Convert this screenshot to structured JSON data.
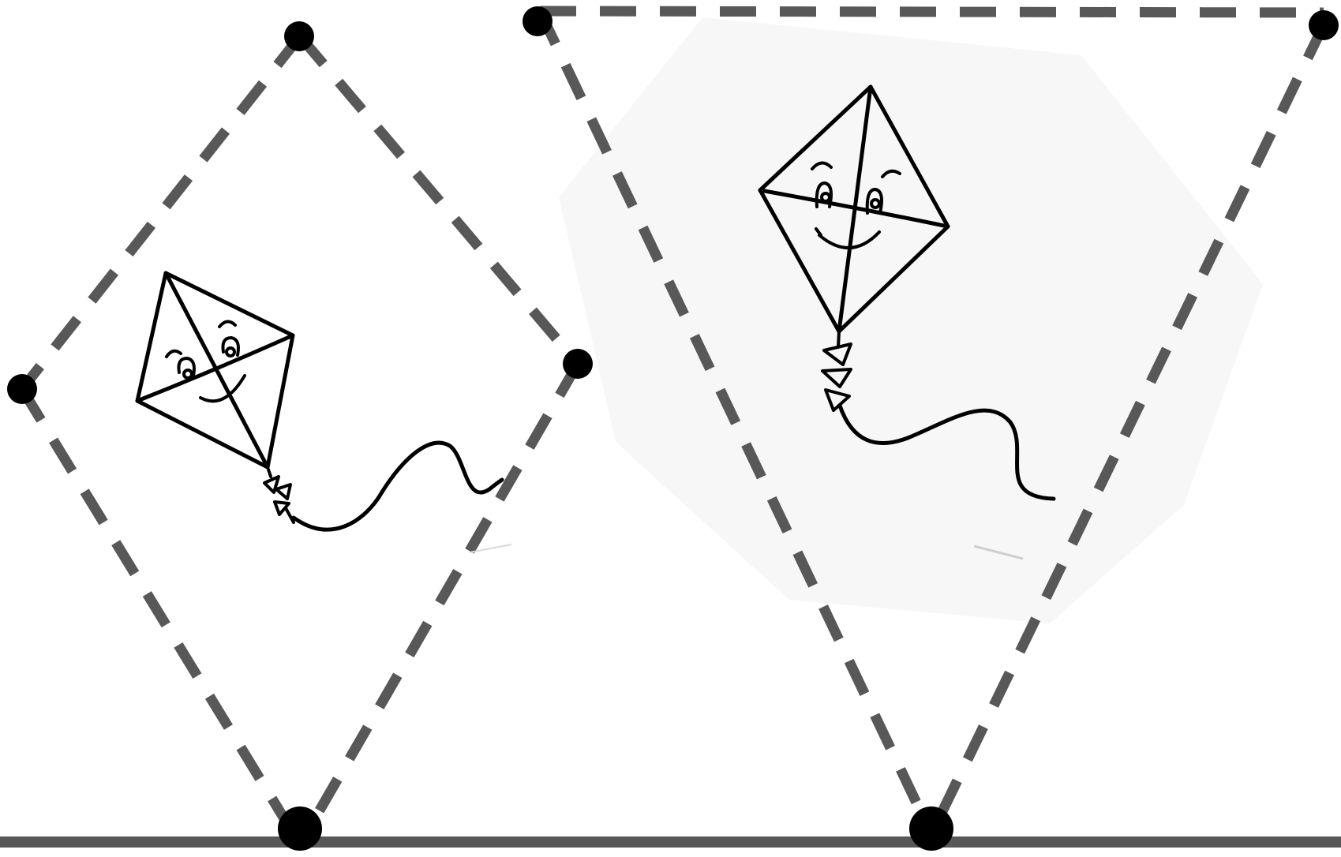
{
  "colors": {
    "background": "#ffffff",
    "dash_line": "#585858",
    "vertex_dot": "#000000",
    "kite_ink": "#000000",
    "photo_tint": "#f7f7f7"
  },
  "figures": [
    {
      "shape": "rhombus",
      "outline": "dashed",
      "vertex_count": 4,
      "vertices_marked": true,
      "contains": "kite-drawing-with-face"
    },
    {
      "shape": "triangle",
      "outline": "dashed",
      "vertex_count": 3,
      "vertices_marked": true,
      "contains": "kite-drawing-with-face"
    }
  ],
  "baseline": {
    "style": "solid"
  }
}
